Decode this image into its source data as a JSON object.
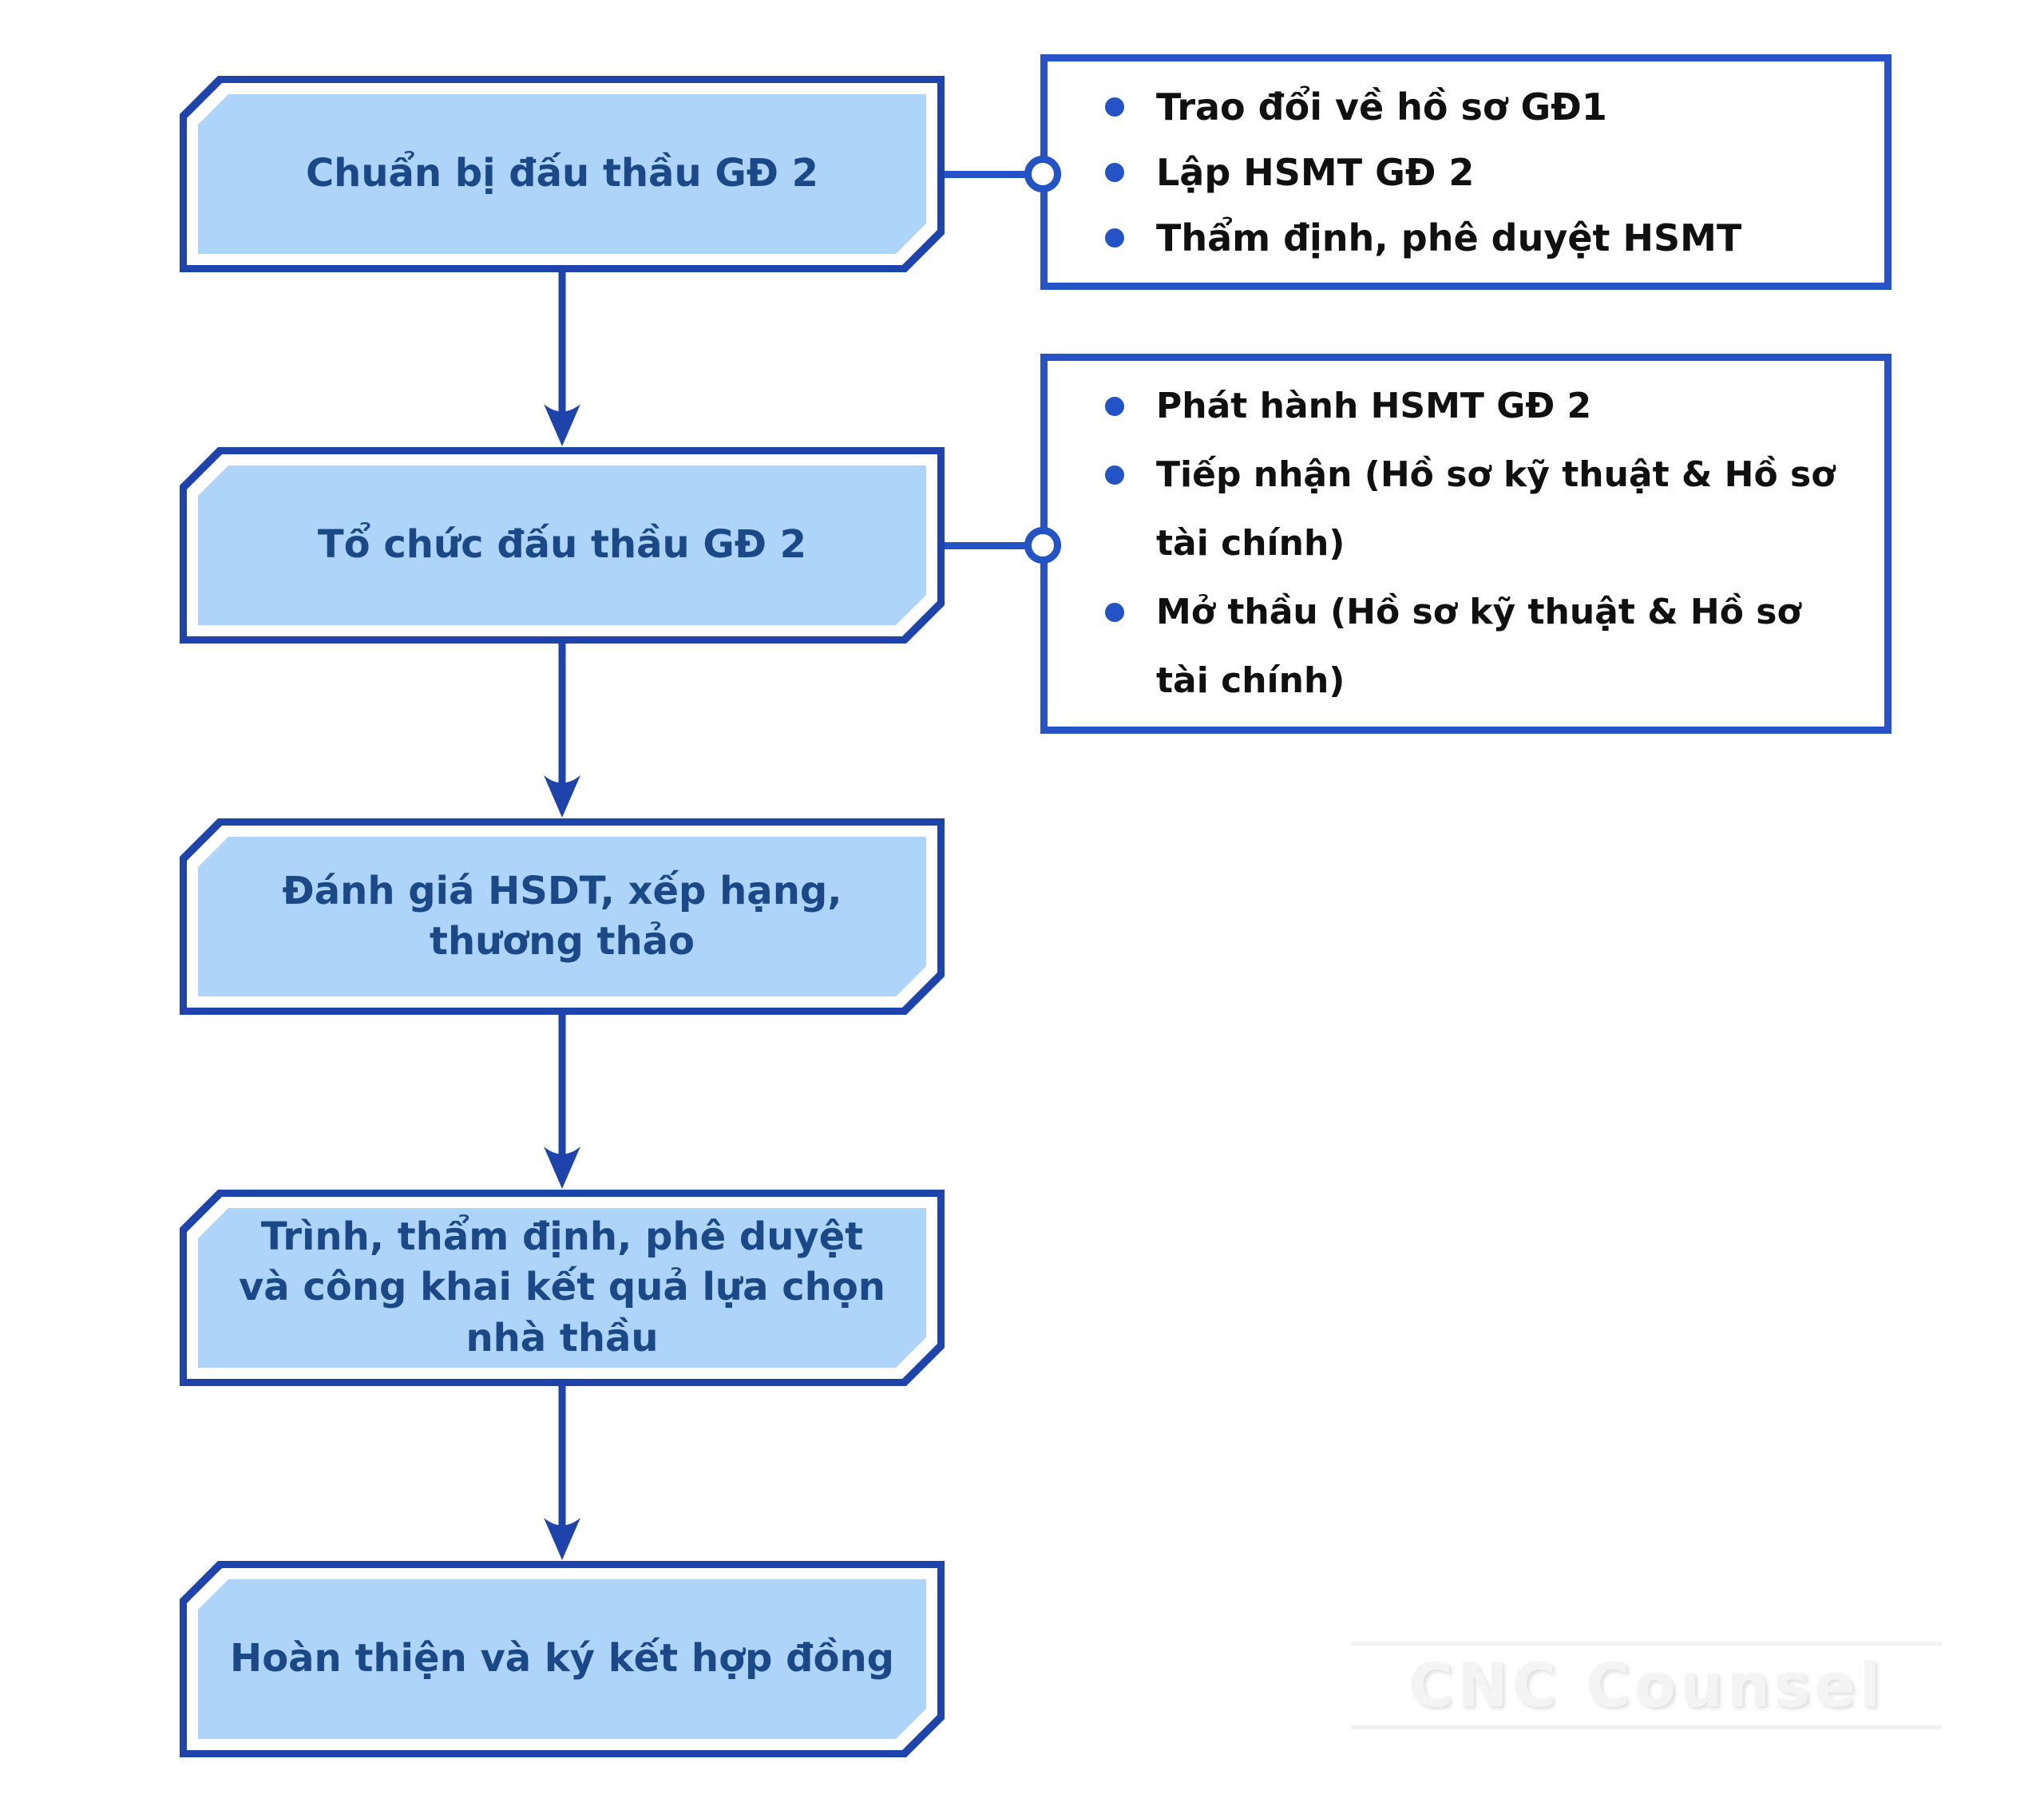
{
  "colors": {
    "node_border": "#1e44ac",
    "node_fill": "#aed4fa",
    "node_text": "#1b4887",
    "connector_blue": "#2453c6",
    "callout_border": "#2752c8",
    "callout_text": "#101010",
    "bullet_dot": "#2453c6",
    "watermark_text": "#f4f4f4"
  },
  "flow": {
    "nodes": [
      {
        "label": "Chuẩn bị đấu thầu GĐ 2"
      },
      {
        "label": "Tổ chức đấu thầu GĐ 2"
      },
      {
        "label": "Đánh giá HSDT, xếp hạng, thương thảo"
      },
      {
        "label": "Trình, thẩm định, phê duyệt và công khai kết quả lựa chọn nhà thầu"
      },
      {
        "label": "Hoàn thiện và ký kết hợp đồng"
      }
    ]
  },
  "callouts": [
    {
      "items": [
        "Trao đổi về hồ sơ GĐ1",
        "Lập HSMT GĐ 2",
        "Thẩm định, phê duyệt HSMT"
      ]
    },
    {
      "items": [
        "Phát hành HSMT GĐ 2",
        "Tiếp nhận (Hồ sơ kỹ thuật  & Hồ sơ tài chính)",
        "Mở thầu (Hồ sơ kỹ thuật  & Hồ sơ tài chính)"
      ]
    }
  ],
  "watermark": {
    "text": "CNC Counsel"
  }
}
